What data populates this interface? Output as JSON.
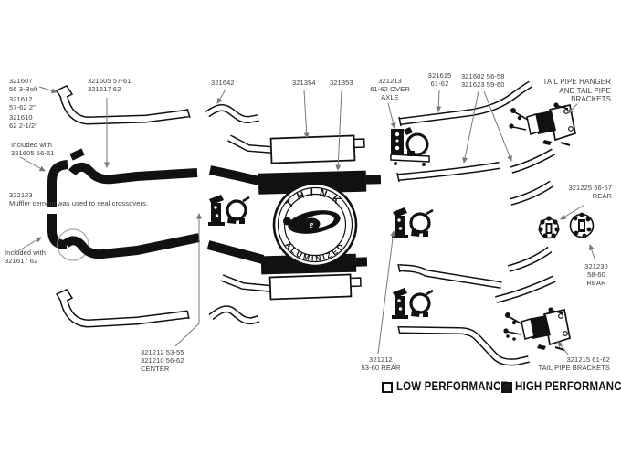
{
  "labels": {
    "flange_3bolt": "321607\n56 3-Bolt",
    "pipe_2in": "321612\n57-62  2\"",
    "pipe_2_5in": "321610\n62  2-1/2\"",
    "front_pipe_hp": "321605  57-61\n321617  62",
    "included_upper": "Included with\n321605  56-61",
    "muffler_cement_note": "322123\nMuffler cement was used to seal crossovers.",
    "included_lower": "Included with\n321617  62",
    "extension_pipe": "321642",
    "muffler_lp": "321354",
    "muffler_hp": "321353",
    "over_axle_hanger": "321213\n61-62 OVER\nAXLE",
    "tail_pipe_61_62": "321615\n61-62",
    "tail_pipe_56_60": "321602  56-58\n321623  59-60",
    "tail_pipe_hanger_note": "TAIL PIPE HANGER\nAND TAIL PIPE\nBRACKETS",
    "rear_hanger_56_57": "321225  56-57\nREAR",
    "rear_hanger_58_60": "321230\n58-60\nREAR",
    "center_clamp": "321212  53-55\n321210  56-62\nCENTER",
    "rear_clamp": "321212\n53-60 REAR",
    "tail_pipe_brackets": "321215  61-62\nTAIL PIPE BRACKETS"
  },
  "logo": {
    "top_text": "THINK",
    "bottom_text": "ALUMINIZED",
    "monogram": "e"
  },
  "legend": {
    "low": {
      "label": "LOW PERFORMANCE",
      "swatch_color": "#ffffff"
    },
    "high": {
      "label": "HIGH PERFORMANCE",
      "swatch_color": "#1a1a1a"
    }
  },
  "colors": {
    "line": "#1a1a1a",
    "leader": "#777777",
    "text": "#3d3d3d",
    "background": "#ffffff"
  }
}
